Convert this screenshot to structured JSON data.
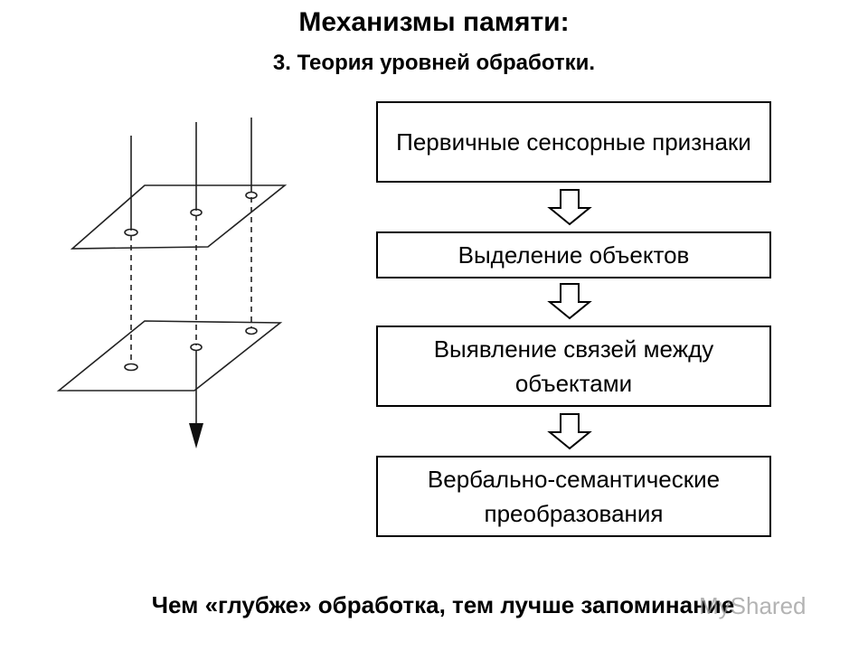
{
  "header": {
    "title": "Механизмы памяти:",
    "subtitle": "3. Теория уровней обработки."
  },
  "flow": {
    "steps": [
      {
        "label": "Первичные сенсорные признаки"
      },
      {
        "label": "Выделение объектов"
      },
      {
        "label": "Выявление связей между объектами"
      },
      {
        "label": "Вербально-семантические преобразования"
      }
    ]
  },
  "conclusion": "Чем «глубже» обработка, тем лучше запоминание",
  "watermark": "MyShared"
}
